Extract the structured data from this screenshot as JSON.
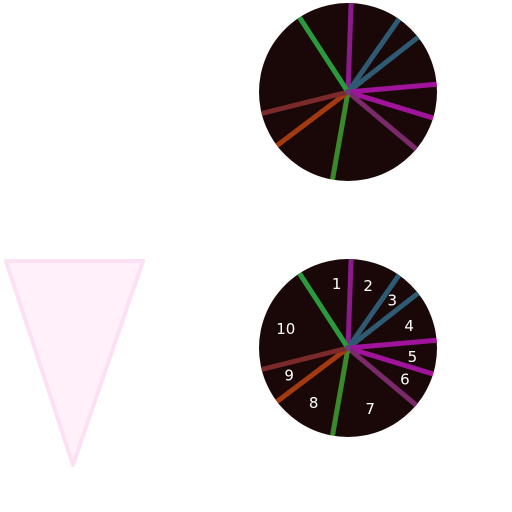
{
  "wheel_face_color": "#1a0808",
  "spokes": [
    {
      "color": "#8b1a8b"
    },
    {
      "color": "#2e5a73"
    },
    {
      "color": "#2e5a73"
    },
    {
      "color": "#a0149b"
    },
    {
      "color": "#a0149b"
    },
    {
      "color": "#7a2a6a"
    },
    {
      "color": "#3a8a2a"
    },
    {
      "color": "#a33a12"
    },
    {
      "color": "#7a2a2a"
    },
    {
      "color": "#2a9a3a"
    }
  ],
  "segment_labels": [
    "1",
    "2",
    "3",
    "4",
    "5",
    "6",
    "7",
    "8",
    "9",
    "10"
  ],
  "pointer": {
    "fill": "#fff0fa",
    "stroke": "#fce0f4"
  }
}
